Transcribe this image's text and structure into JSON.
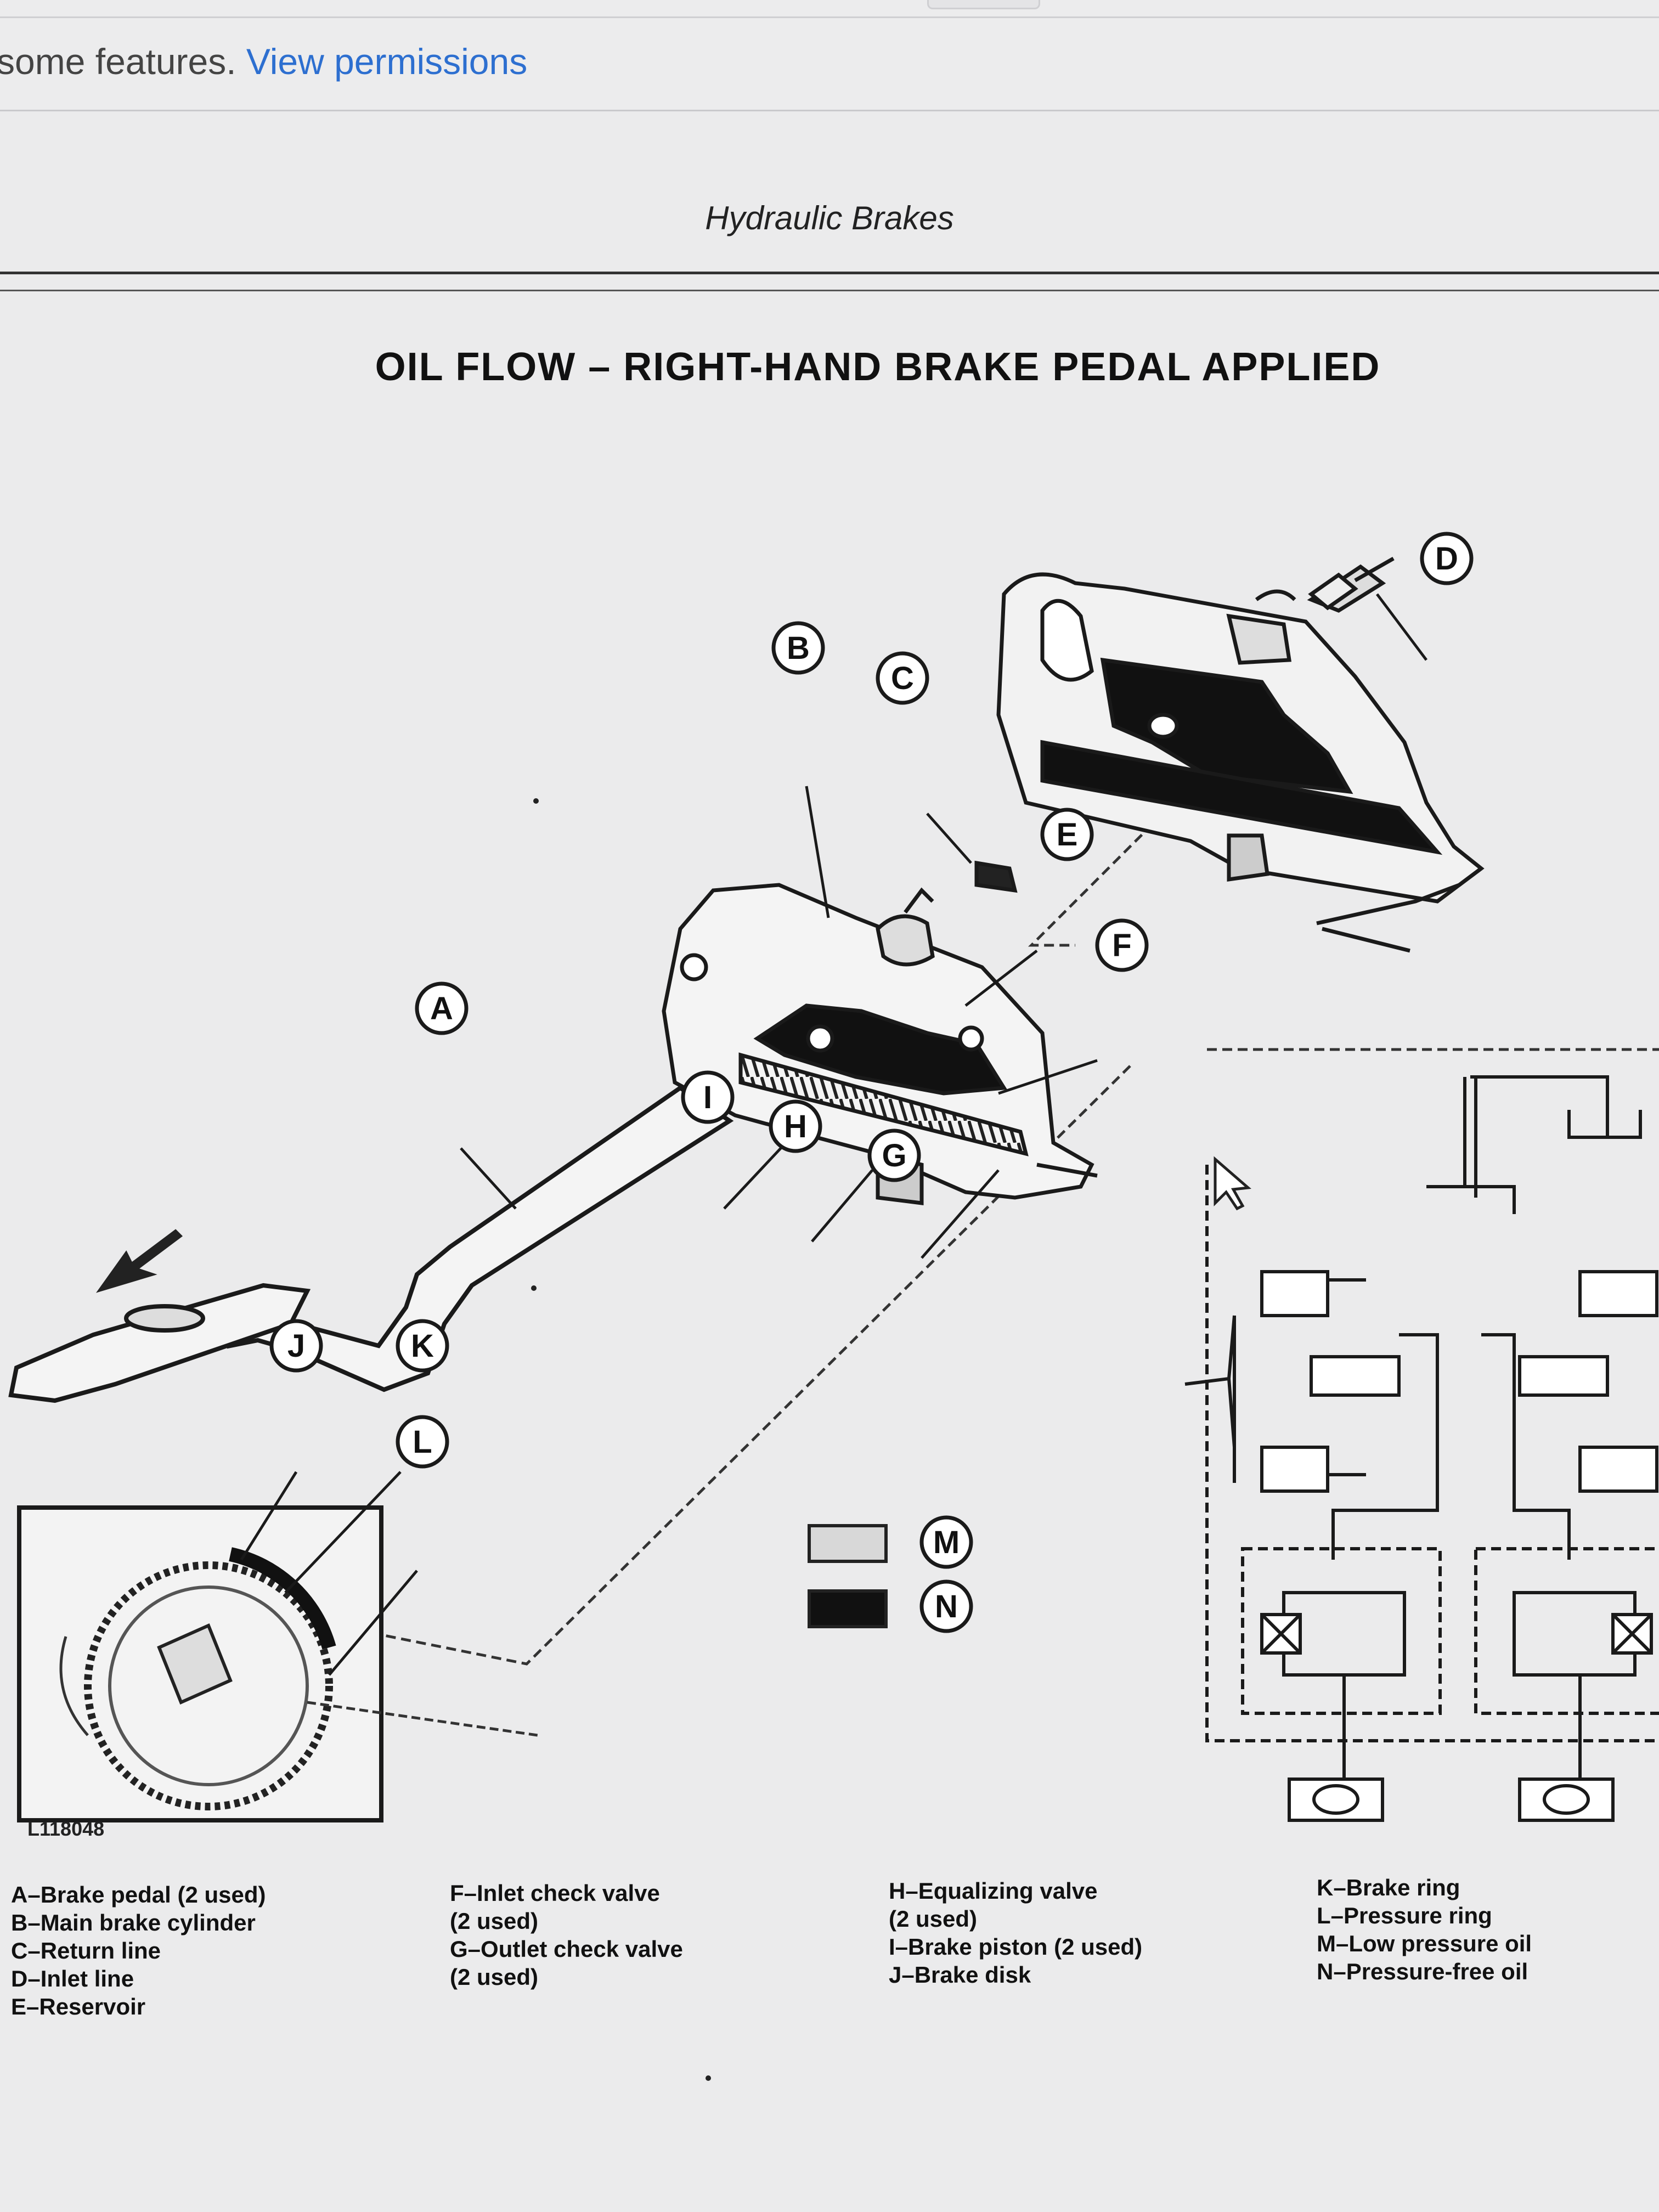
{
  "notice": {
    "text": "some features.",
    "link": "View permissions"
  },
  "page_header": "Hydraulic Brakes",
  "diagram_title": "OIL FLOW – RIGHT-HAND BRAKE PEDAL APPLIED",
  "figure_id": "L118048",
  "callouts": [
    "A",
    "B",
    "C",
    "D",
    "E",
    "F",
    "G",
    "H",
    "I",
    "J",
    "K",
    "L",
    "M",
    "N"
  ],
  "legend": {
    "col1": [
      "A–Brake pedal (2 used)",
      "B–Main brake cylinder",
      "C–Return line",
      "D–Inlet line",
      "E–Reservoir"
    ],
    "col2": [
      "F–Inlet check valve",
      "(2 used)",
      "G–Outlet check valve",
      "(2 used)"
    ],
    "col3": [
      "H–Equalizing valve",
      "(2 used)",
      "I–Brake piston (2 used)",
      "J–Brake disk"
    ],
    "col4": [
      "K–Brake ring",
      "L–Pressure ring",
      "M–Low pressure oil",
      "N–Pressure-free oil"
    ]
  },
  "colors": {
    "page": "#ebebec",
    "link": "#2d6fd0",
    "ink": "#111111",
    "low_pressure_swatch": "#d8d8d8",
    "pressure_free_swatch": "#111111"
  }
}
